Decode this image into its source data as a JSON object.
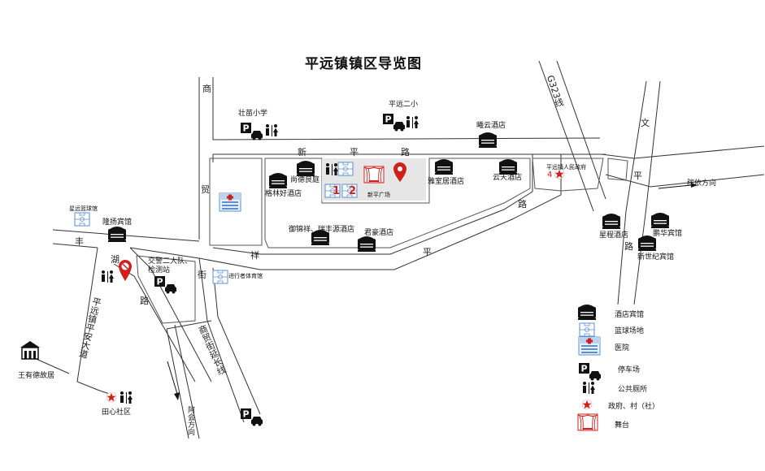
{
  "title": "平远镇镇区导览图",
  "roads": {
    "xinping": [
      "新",
      "平",
      "路"
    ],
    "shangmao": "商贸街",
    "shangmao_top": "商",
    "shangmao_mid1": "贸",
    "shangmao_mid2": "街",
    "pingxiang": [
      "平",
      "祥"
    ],
    "hu": "湖",
    "hu_road": "路",
    "ping_left": "丰",
    "g323": "G323线",
    "wen": "文",
    "ping_right": "平",
    "lu_right": "路",
    "ping_lu": [
      "平",
      "路"
    ],
    "pingyuan_blvd": "平远镇平安大道",
    "shangmao_ext": "商贸街延长线",
    "to_ayi": "稼依方向",
    "to_ahui": "阿会方向"
  },
  "places": {
    "zhuangmiao_school": "壮苗小学",
    "pingyuan_school2": "平远二小",
    "xiyun_hotel": "曦云酒店",
    "shangde_hotel": "尚德良庭",
    "gelinhao_hotel": "格林好酒店",
    "xinping_square": "新平广场",
    "yabao_hotel": "雅室居酒店",
    "yuntian_hotel": "云天酒店",
    "gov": "平远镇人民政府",
    "gov_num": "4",
    "basketball_left": "星远篮球馆",
    "longyang_hotel": "隆扬宾馆",
    "jiaojing": "交警二大队、检测站",
    "jiaojing_l1": "交警二大队、",
    "jiaojing_l2": "检测站",
    "yujin_hotel": "御锦祥、瑞丰源酒店",
    "junhao_hotel": "君豪酒店",
    "youth_gym": "进行者体育馆",
    "xingcheng_hotel": "星程酒店",
    "penghua_hotel": "鹏华宾馆",
    "xinshiji_hotel": "新世纪宾馆",
    "wangyoude": "王有德故居",
    "tianxin": "田心社区",
    "stage_num1": "1",
    "stage_num2": "2"
  },
  "legend": [
    {
      "icon": "hotel-icon",
      "label": "酒店宾馆"
    },
    {
      "icon": "basketball-court-icon",
      "label": "篮球场地"
    },
    {
      "icon": "hospital-icon",
      "label": "医院"
    },
    {
      "icon": "parking-icon",
      "label": "停车场"
    },
    {
      "icon": "toilet-icon",
      "label": "公共厕所"
    },
    {
      "icon": "government-star-icon",
      "label": "政府、村（社）"
    },
    {
      "icon": "stage-icon",
      "label": "舞台"
    }
  ],
  "colors": {
    "road_outline": "#333333",
    "building_outline": "#555555",
    "plaza_fill": "#e6e6e6",
    "marker_red": "#d0201c",
    "blue_icon": "#5b8fd1",
    "icon_black": "#111111"
  }
}
